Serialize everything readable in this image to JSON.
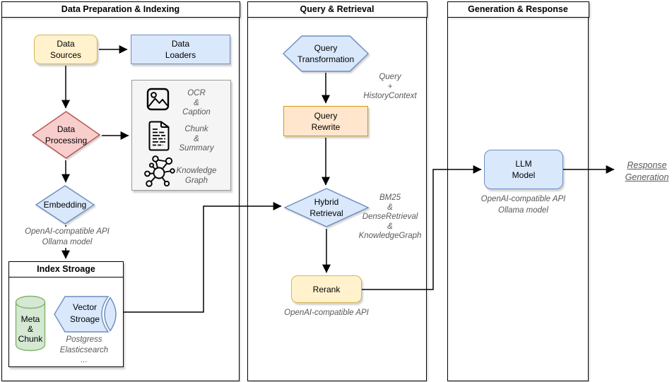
{
  "palette": {
    "yellow_fill": "#FFF2CC",
    "yellow_stroke": "#D6B656",
    "blue_fill": "#DAE8FC",
    "blue_stroke": "#6C8EBF",
    "red_fill": "#F8CECC",
    "red_stroke": "#B85450",
    "orange_fill": "#FFE6CC",
    "orange_stroke": "#D79B00",
    "green_fill": "#D5E8D4",
    "green_stroke": "#82B366",
    "panel_fill": "#F5F5F5",
    "panel_stroke": "#999999",
    "line_color": "#000000",
    "note_color": "#595959"
  },
  "columns": [
    {
      "title": "Data Preparation & Indexing"
    },
    {
      "title": "Query & Retrieval"
    },
    {
      "title": "Generation & Response"
    }
  ],
  "left": {
    "data_sources": "Data\nSources",
    "data_loaders": "Data\nLoaders",
    "data_processing": "Data\nProcessing",
    "processing_methods": [
      {
        "icon": "image-icon",
        "label": "OCR\n&\nCaption"
      },
      {
        "icon": "document-icon",
        "label": "Chunk\n&\nSummary"
      },
      {
        "icon": "knowledge-graph-icon",
        "label": "Knowledge\nGraph"
      }
    ],
    "embedding": "Embedding",
    "embedding_note": "OpenAI-compatible API\nOllama model",
    "index_storage": {
      "title": "Index Stroage",
      "meta_chunk": "Meta\n&\nChunk",
      "vector_storage": "Vector\nStroage",
      "note": "Postgress\nElasticsearch\n..."
    }
  },
  "middle": {
    "query_transformation": "Query\nTransformation",
    "query_note": "Query\n+\nHistoryContext",
    "query_rewrite": "Query\nRewrite",
    "hybrid_retrieval": "Hybrid\nRetrieval",
    "retrieval_note": "BM25\n&\nDenseRetrieval\n&\nKnowledgeGraph",
    "rerank": "Rerank",
    "rerank_note": "OpenAI-compatible API"
  },
  "right": {
    "llm_model": "LLM\nModel",
    "llm_note": "OpenAI-compatible API\nOllama model",
    "response_generation": "Response\nGeneration"
  }
}
